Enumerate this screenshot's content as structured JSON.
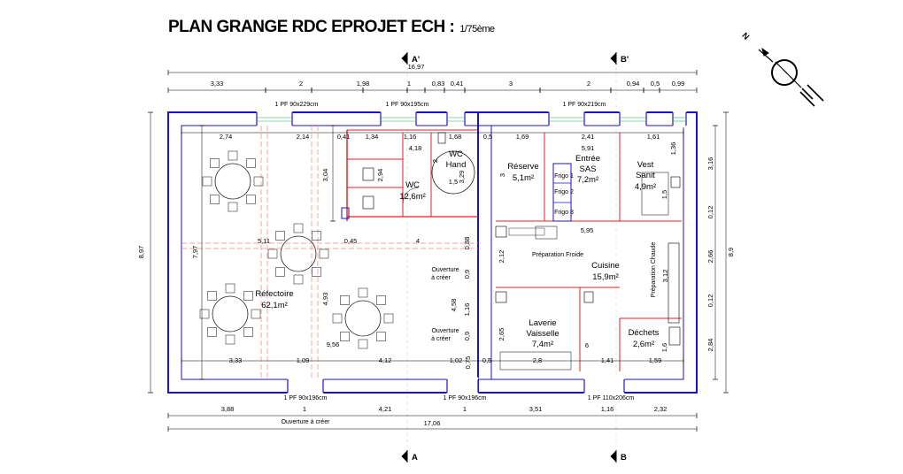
{
  "title": "PLAN GRANGE RDC EPROJET ECH :",
  "scale": "1/75ème",
  "compass": {
    "letter": "N"
  },
  "sections": {
    "a_top": "A'",
    "a_bottom": "A",
    "b_top": "B'",
    "b_bottom": "B"
  },
  "rooms": {
    "refectoire": {
      "name": "Réfectoire",
      "area": "62,1m²"
    },
    "wc": {
      "name": "WC",
      "area": "12,6m²"
    },
    "wc_hand": {
      "name1": "WC",
      "name2": "Hand"
    },
    "reserve": {
      "name": "Réserve",
      "area": "5,1m²"
    },
    "entree": {
      "name1": "Entrée",
      "name2": "SAS",
      "area": "7,2m²"
    },
    "vest": {
      "name1": "Vest",
      "name2": "Sanit",
      "area": "4,9m²"
    },
    "cuisine": {
      "name": "Cuisine",
      "area": "15,9m²"
    },
    "laverie": {
      "name1": "Laverie",
      "name2": "Vaisselle",
      "area": "7,4m²"
    },
    "dechets": {
      "name": "Déchets",
      "area": "2,6m²"
    }
  },
  "fixtures": {
    "frigo1": "Frigo 1",
    "frigo2": "Frigo 2",
    "frigo3": "Frigo 3",
    "prep_froide": "Préparation Froide",
    "prep_chaude": "Préparation Chaude",
    "ouverture1_a": "Ouverture",
    "ouverture1_b": "à créer",
    "ouverture2_a": "Ouverture",
    "ouverture2_b": "à créer",
    "ouverture_bottom": "Ouverture à créer"
  },
  "doors": {
    "top1": "1 PF 90x229cm",
    "top2": "1 PF 90x195cm",
    "top3": "1 PF 90x219cm",
    "bot1": "1 PF 90x196cm",
    "bot2": "1 PF 90x196cm",
    "bot3": "1 PF 110x206cm"
  },
  "dims": {
    "overall_top": "16,97",
    "top_row": [
      "3,33",
      "2",
      "1,98",
      "1",
      "0,83",
      "0,41",
      "3",
      "2",
      "0,94",
      "0,5",
      "0,99"
    ],
    "inner_top": [
      "2,74",
      "2,14",
      "0,41",
      "1,34",
      "1,16",
      "1,68",
      "0,5",
      "1,69",
      "2,41",
      "1,61"
    ],
    "d418": "4,18",
    "d591": "5,91",
    "d136": "1,36",
    "d304": "3,04",
    "d294": "2,94",
    "d2": "2",
    "d15": "1,5",
    "d329": "3,29",
    "d3": "3",
    "d15b": "1,5",
    "d511": "5,11",
    "d045": "0,45",
    "d4": "4",
    "d595": "5,95",
    "d797": "7,97",
    "d088": "0,88",
    "d09a": "0,9",
    "d212": "2,12",
    "d458": "4,58",
    "d116": "1,16",
    "d493": "4,93",
    "d09b": "0,9",
    "d265": "2,65",
    "d956": "9,56",
    "d312": "3,12",
    "d16": "1,6",
    "d6": "6",
    "inner_bottom": [
      "3,33",
      "1,09",
      "4,12",
      "1,02",
      "0,5",
      "2,8",
      "1,41",
      "1,59"
    ],
    "d075": "0,75",
    "bottom_row": [
      "3,88",
      "1",
      "4,21",
      "1",
      "3,51",
      "1,16",
      "2,32"
    ],
    "overall_bottom": "17,06",
    "left_total": "8,97",
    "right_total": "8,9",
    "right_parts": [
      "3,16",
      "0,12",
      "2,66",
      "0,12",
      "2,84"
    ]
  }
}
